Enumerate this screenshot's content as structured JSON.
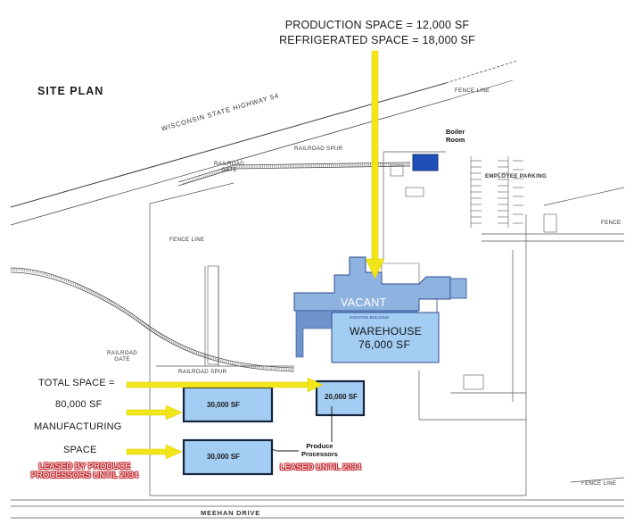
{
  "callout": {
    "line1": "PRODUCTION SPACE = 12,000 SF",
    "line2": "REFRIGERATED SPACE = 18,000 SF"
  },
  "title": "SITE PLAN",
  "labels": {
    "highway": "WISCONSIN STATE HIGHWAY 54",
    "fence_line": "FENCE LINE",
    "railroad_spur": "RAILROAD SPUR",
    "railroad_gate": "RAILROAD GATE",
    "railroad_gate_line1": "RAILROAD",
    "railroad_gate_line2": "GATE",
    "boiler_room_line1": "Boiler",
    "boiler_room_line2": "Room",
    "employee_parking": "EMPLOYEE PARKING",
    "fence_right": "FENCE",
    "vacant": "VACANT",
    "warehouse": "WAREHOUSE",
    "warehouse_sf": "76,000 SF",
    "existing_building": "EXISTING BUILDING",
    "bldg_20k": "20,000 SF",
    "bldg_30k_top": "30,000 SF",
    "bldg_30k_bottom": "30,000 SF",
    "produce_line1": "Produce",
    "produce_line2": "Processors",
    "meehan_drive": "MEEHAN DRIVE",
    "fence_line_bottom": "FENCE LINE"
  },
  "side_notes": {
    "total_space": "TOTAL SPACE =",
    "total_sf": "80,000 SF",
    "manufacturing": "MANUFACTURING",
    "space": "SPACE"
  },
  "leases": {
    "left_line1": "LEASED BY PRODUCE",
    "left_line2": "PROCESSORS UNTIL 2034",
    "right": "LEASED UNTIL 2034"
  },
  "colors": {
    "building_fill": "#8fb3e0",
    "building_stroke": "#2c4b8f",
    "annex_fill": "#a3cdf2",
    "boiler_fill": "#1f4fb8",
    "arrow": "#f2e61a",
    "line": "#4a4a4a",
    "lease_red": "#c0262d"
  }
}
